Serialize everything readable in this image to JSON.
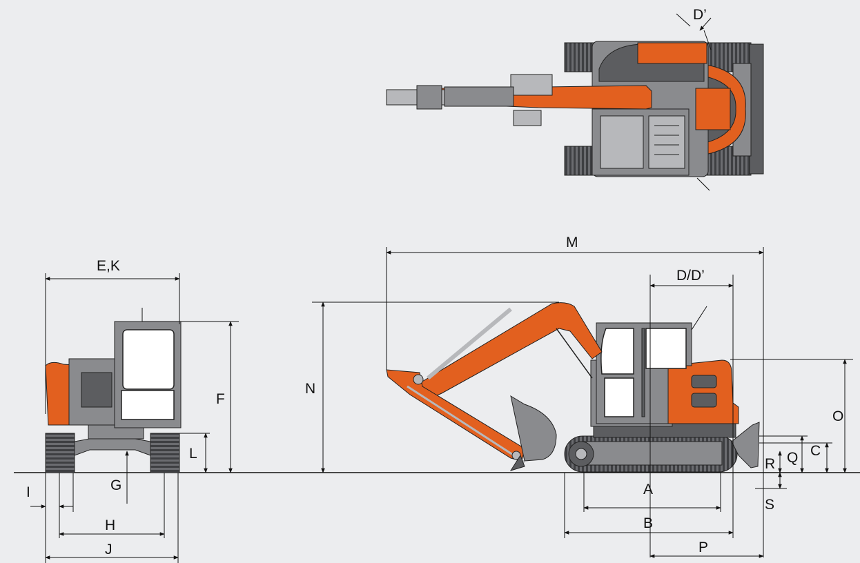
{
  "figure": {
    "dimension_labels": {
      "top_d_prime": "D’",
      "m": "M",
      "e_k": "E,K",
      "d_d_prime": "D/D’",
      "f": "F",
      "n": "N",
      "o": "O",
      "l": "L",
      "c": "C",
      "q": "Q",
      "r": "R",
      "g": "G",
      "i": "I",
      "a": "A",
      "s": "S",
      "h": "H",
      "b": "B",
      "j": "J",
      "p": "P"
    },
    "colors": {
      "background": "#ecedef",
      "machine_orange": "#e2601f",
      "machine_dark_grey": "#5c5d60",
      "machine_mid_grey": "#8a8b8e",
      "line": "#111111"
    }
  }
}
